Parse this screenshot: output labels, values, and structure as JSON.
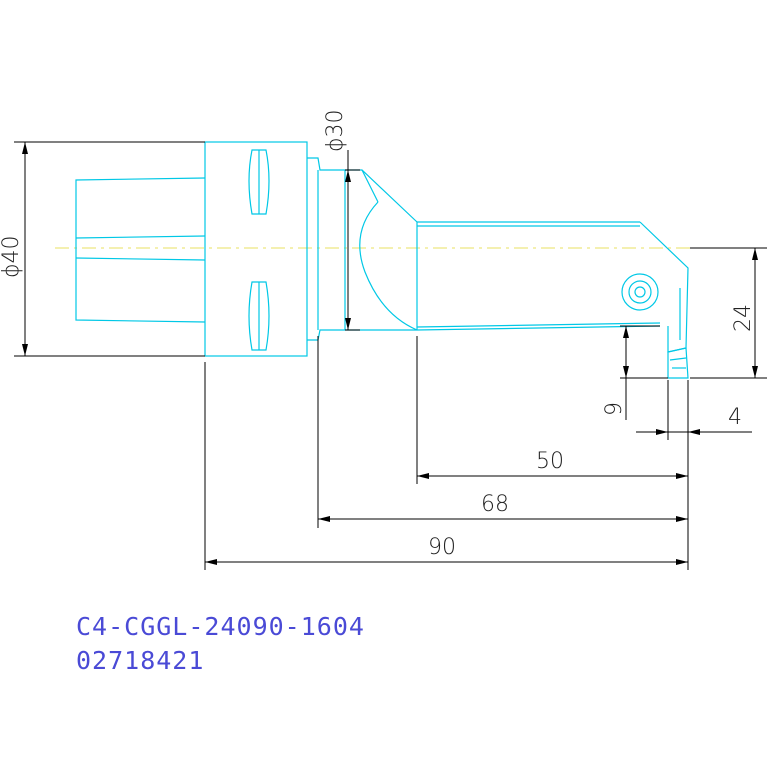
{
  "dimensions": {
    "dia_40": "ϕ40",
    "dia_30": "ϕ30",
    "height_24": "24",
    "len_9": "9",
    "len_4": "4",
    "len_50": "50",
    "len_68": "68",
    "len_90": "90"
  },
  "caption": {
    "part_number": "C4-CGGL-24090-1604",
    "order_code": "02718421"
  },
  "colors": {
    "outline": "#00c8e6",
    "dimension": "#000000",
    "centerline": "#e8e060",
    "caption": "#4a4ad6"
  }
}
